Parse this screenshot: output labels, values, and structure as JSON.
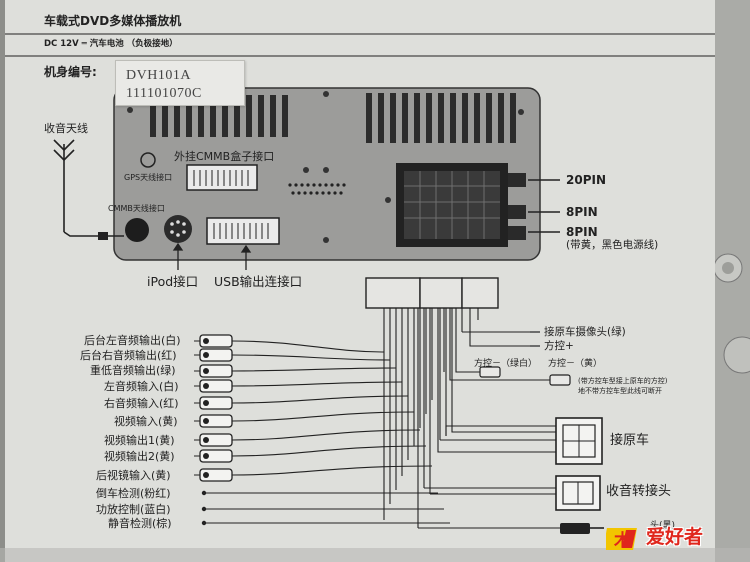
{
  "header": {
    "title": "车载式DVD多媒体播放机",
    "power_spec": "DC  12V ═ 汽车电池 （负极接地）",
    "body_no_label": "机身编号:"
  },
  "serial_sticker": {
    "line1": "DVH101A",
    "line2": "111101070C"
  },
  "panel": {
    "radio_antenna": "收音天线",
    "gps_port": "GPS天线接口",
    "cmmb_antenna_port": "CMMB天线接口",
    "cmmb_box_port": "外挂CMMB盒子接口",
    "pin20": "20PIN",
    "pin8": "8PIN",
    "pin8_power": "8PIN",
    "power_note": "(带黄，黑色电源线)",
    "ipod_port": "iPod接口",
    "usb_port": "USB输出连接口"
  },
  "left_connectors": [
    "后台左音频输出(白)",
    "后台右音频输出(红)",
    "重低音频输出(绿)",
    "左音频输入(白)",
    "右音频输入(红)",
    "视频输入(黄)",
    "视频输出1(黄)",
    "视频输出2(黄)",
    "后视镜输入(黄)",
    "倒车检测(粉红)",
    "功放控制(蓝白)",
    "静音检测(棕)"
  ],
  "right_connectors": {
    "camera": "接原车摄像头(绿)",
    "steering_plus": "方控+",
    "steering_minus_1": "方控－（绿白）",
    "steering_minus_2": "方控－（黄）",
    "steering_note_1": "(带方控车型接上原车的方控)",
    "steering_note_2": "地不带方控车型此线可断开",
    "original_car": "接原车",
    "radio_adapter": "收音转接头",
    "last_plug": "头(黑)"
  },
  "watermark": "爱好者",
  "colors": {
    "sticker": "#dedfdb",
    "panel": "#9a9a98",
    "ink": "#222222",
    "logo_yellow": "#f2c500",
    "logo_red": "#e0261c"
  }
}
